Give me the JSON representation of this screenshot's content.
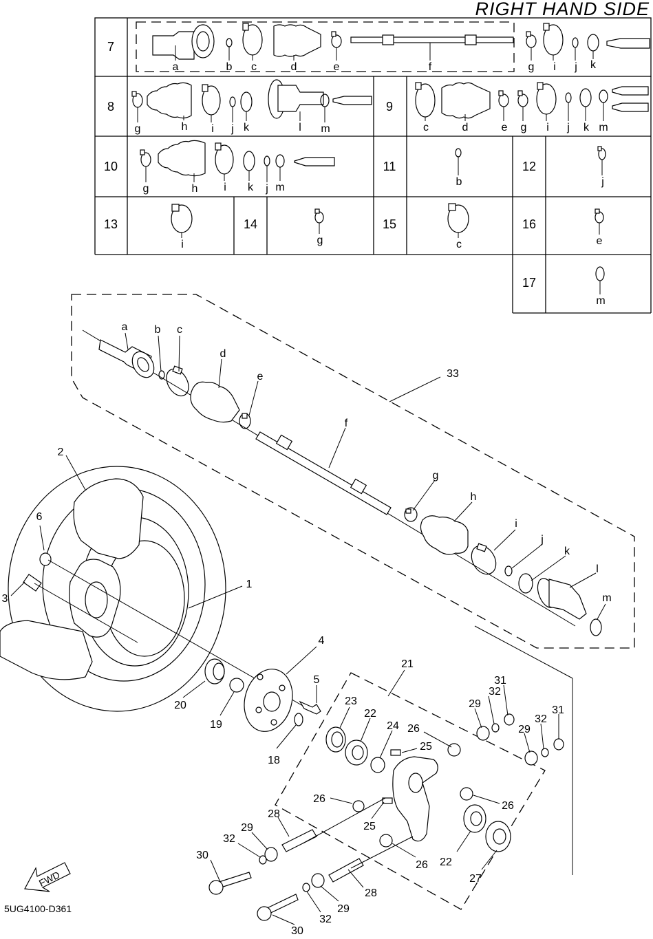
{
  "header": {
    "title": "RIGHT HAND SIDE"
  },
  "table": {
    "row7": {
      "number": "7",
      "letters": [
        "a",
        "b",
        "c",
        "d",
        "e",
        "f",
        "g",
        "i",
        "j",
        "k"
      ]
    },
    "row8": {
      "number": "8",
      "letters": [
        "g",
        "h",
        "i",
        "j",
        "k",
        "l",
        "m"
      ]
    },
    "row9": {
      "number": "9",
      "letters": [
        "c",
        "d",
        "e",
        "g",
        "i",
        "j",
        "k",
        "m"
      ]
    },
    "row10": {
      "number": "10",
      "letters": [
        "g",
        "h",
        "i",
        "k",
        "j",
        "m"
      ]
    },
    "row11": {
      "number": "11",
      "letters": [
        "b"
      ]
    },
    "row12": {
      "number": "12",
      "letters": [
        "j"
      ]
    },
    "row13": {
      "number": "13",
      "letters": [
        "i"
      ]
    },
    "row14": {
      "number": "14",
      "letters": [
        "g"
      ]
    },
    "row15": {
      "number": "15",
      "letters": [
        "c"
      ]
    },
    "row16": {
      "number": "16",
      "letters": [
        "e"
      ]
    },
    "row17": {
      "number": "17",
      "letters": [
        "m"
      ]
    }
  },
  "exploded": {
    "letters": [
      "a",
      "b",
      "c",
      "d",
      "e",
      "f",
      "g",
      "h",
      "i",
      "j",
      "k",
      "l",
      "m"
    ],
    "numbers": [
      "33",
      "2",
      "6",
      "3",
      "1",
      "4",
      "5",
      "20",
      "19",
      "18",
      "21",
      "23",
      "22",
      "24",
      "26",
      "25",
      "29",
      "32",
      "31",
      "29",
      "32",
      "31",
      "26",
      "26",
      "25",
      "28",
      "29",
      "32",
      "30",
      "22",
      "26",
      "27",
      "28",
      "29",
      "32",
      "30"
    ]
  },
  "footer": {
    "fwd_label": "FWD",
    "drawing_code": "5UG4100-D361"
  },
  "icons": {
    "fwd_arrow": "fwd-arrow-icon"
  }
}
